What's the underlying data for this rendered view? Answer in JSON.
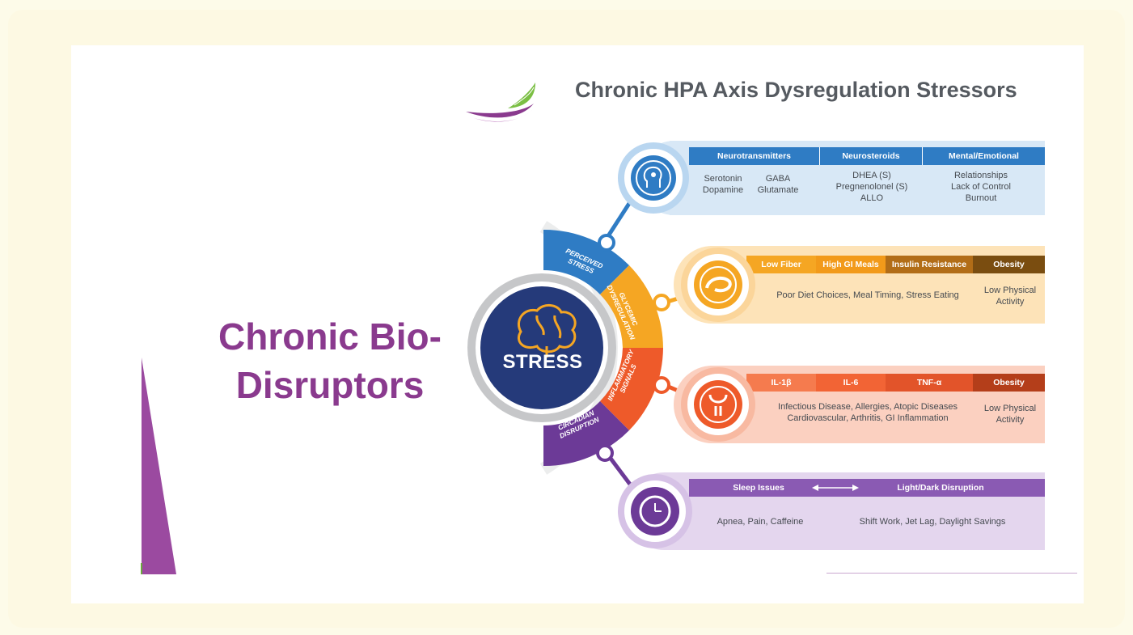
{
  "headline": {
    "line1": "Chronic Bio-",
    "line2": "Disruptors"
  },
  "diagram": {
    "title": "Chronic HPA Axis Dysregulation Stressors",
    "center": "STRESS",
    "segments": [
      {
        "lines": [
          "PERCEIVED",
          "STRESS"
        ],
        "color": "#2f7cc4"
      },
      {
        "lines": [
          "GLYCEMIC",
          "DYSREGULATION"
        ],
        "color": "#f5a623"
      },
      {
        "lines": [
          "INFLAMMATORY",
          "SIGNALS"
        ],
        "color": "#ee5a2a"
      },
      {
        "lines": [
          "CIRCADIAN",
          "DISRUPTION"
        ],
        "color": "#6c3a97"
      }
    ],
    "bands": {
      "neuro": {
        "headers": [
          "Neurotransmitters",
          "Neurosteroids",
          "Mental/Emotional"
        ],
        "col1": [
          "Serotonin",
          "Dopamine"
        ],
        "col2": [
          "GABA",
          "Glutamate"
        ],
        "col3": [
          "DHEA (S)",
          "Pregnenolonel (S)",
          "ALLO"
        ],
        "col4": [
          "Relationships",
          "Lack of Control",
          "Burnout"
        ]
      },
      "glycemic": {
        "headers": [
          "Low Fiber",
          "High GI Meals",
          "Insulin Resistance",
          "Obesity"
        ],
        "text": "Poor Diet Choices, Meal Timing, Stress Eating",
        "side": [
          "Low Physical",
          "Activity"
        ]
      },
      "inflammatory": {
        "headers": [
          "IL-1β",
          "IL-6",
          "TNF-α",
          "Obesity"
        ],
        "text": [
          "Infectious Disease, Allergies, Atopic Diseases",
          "Cardiovascular, Arthritis, GI Inflammation"
        ],
        "side": [
          "Low Physical",
          "Activity"
        ]
      },
      "circadian": {
        "headers": [
          "Sleep Issues",
          "Light/Dark Disruption"
        ],
        "left": "Apnea, Pain, Caffeine",
        "right": "Shift Work, Jet Lag, Daylight Savings"
      }
    }
  },
  "colors": {
    "purple": "#8a3a8e",
    "blue": "#2f7cc4",
    "orange": "#f5a623",
    "red_orange": "#ee5a2a",
    "violet": "#6c3a97",
    "navy": "#253a7a"
  },
  "icons": [
    "leaf-logo-icon",
    "head-icon",
    "stomach-icon",
    "receptor-icon",
    "clock-icon",
    "brain-icon"
  ]
}
